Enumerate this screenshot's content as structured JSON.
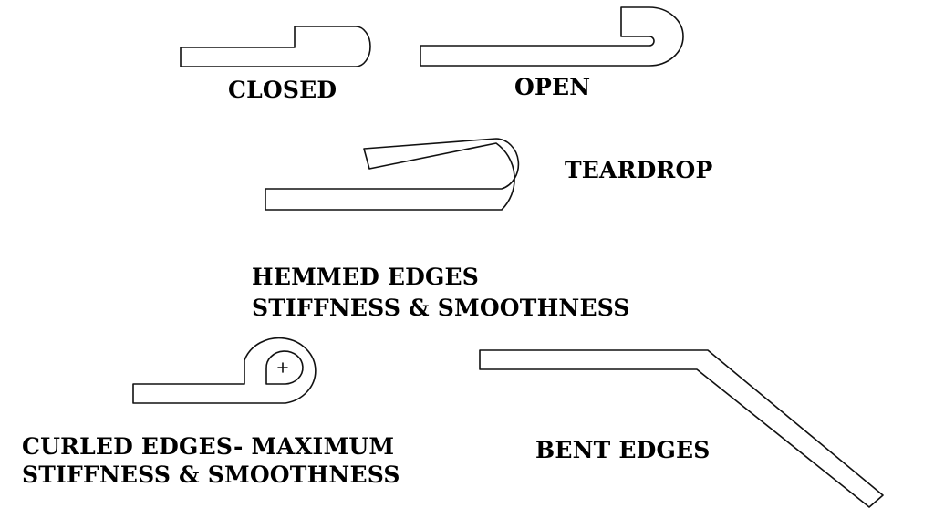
{
  "labels": {
    "closed": "CLOSED",
    "open": "OPEN",
    "teardrop": "TEARDROP",
    "hemmed_line1": "HEMMED EDGES",
    "hemmed_line2": "STIFFNESS & SMOOTHNESS",
    "curled_line1": "CURLED EDGES- MAXIMUM",
    "curled_line2": "STIFFNESS & SMOOTHNESS",
    "bent": "BENT EDGES"
  }
}
